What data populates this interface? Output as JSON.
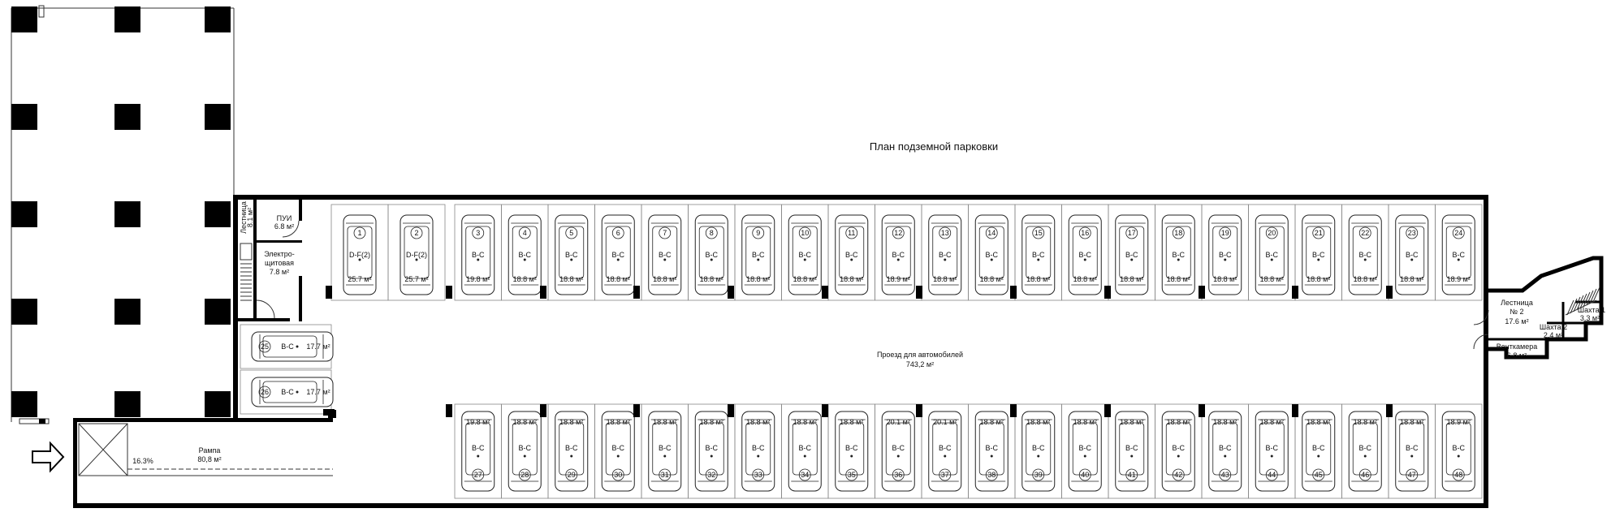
{
  "title": "План подземной парковки",
  "driveway": {
    "name": "Проезд для автомобилей",
    "area": "743,2 м²"
  },
  "ramp": {
    "name": "Рампа",
    "area": "80,8 м²",
    "slope": "16.3%"
  },
  "rooms": {
    "stair1": {
      "name": "Лестница",
      "area": "8.1 м²"
    },
    "pui": {
      "name": "ПУИ",
      "area": "6.8 м²"
    },
    "elec": {
      "name": "Электро-\nщитовая",
      "area": "7.8 м²"
    },
    "stair2": {
      "name": "Лестница\n№ 2",
      "area": "17.6 м²"
    },
    "vent": {
      "name": "Венткамера",
      "area": "6.8 м²"
    },
    "shaft1": {
      "name": "Шахта 1",
      "area": "3.3 м²"
    },
    "shaft2": {
      "name": "Шахта 2",
      "area": "2.4 м²"
    }
  },
  "parking_top": [
    {
      "num": "1",
      "type": "D-F(2)",
      "area": "25.7 м²"
    },
    {
      "num": "2",
      "type": "D-F(2)",
      "area": "25.7 м²"
    },
    {
      "num": "3",
      "type": "B-C",
      "area": "19.8 м²"
    },
    {
      "num": "4",
      "type": "B-C",
      "area": "18.8 м²"
    },
    {
      "num": "5",
      "type": "B-C",
      "area": "18.8 м²"
    },
    {
      "num": "6",
      "type": "B-C",
      "area": "18.8 м²"
    },
    {
      "num": "7",
      "type": "B-C",
      "area": "18.8 м²"
    },
    {
      "num": "8",
      "type": "B-C",
      "area": "18.8 м²"
    },
    {
      "num": "9",
      "type": "B-C",
      "area": "18.8 м²"
    },
    {
      "num": "10",
      "type": "B-C",
      "area": "18.8 м²"
    },
    {
      "num": "11",
      "type": "B-C",
      "area": "18.8 м²"
    },
    {
      "num": "12",
      "type": "B-C",
      "area": "18.9 м²"
    },
    {
      "num": "13",
      "type": "B-C",
      "area": "18.8 м²"
    },
    {
      "num": "14",
      "type": "B-C",
      "area": "18.8 м²"
    },
    {
      "num": "15",
      "type": "B-C",
      "area": "18.8 м²"
    },
    {
      "num": "16",
      "type": "B-C",
      "area": "18.8 м²"
    },
    {
      "num": "17",
      "type": "B-C",
      "area": "18.8 м²"
    },
    {
      "num": "18",
      "type": "B-C",
      "area": "18.8 м²"
    },
    {
      "num": "19",
      "type": "B-C",
      "area": "18.8 м²"
    },
    {
      "num": "20",
      "type": "B-C",
      "area": "18.8 м²"
    },
    {
      "num": "21",
      "type": "B-C",
      "area": "18.8 м²"
    },
    {
      "num": "22",
      "type": "B-C",
      "area": "18.8 м²"
    },
    {
      "num": "23",
      "type": "B-C",
      "area": "18.8 м²"
    },
    {
      "num": "24",
      "type": "B-C",
      "area": "18.9 м²"
    }
  ],
  "parking_bottom": [
    {
      "num": "27",
      "type": "B-C",
      "area": "19.8 м²"
    },
    {
      "num": "28",
      "type": "B-C",
      "area": "18.8 м²"
    },
    {
      "num": "29",
      "type": "B-C",
      "area": "18.8 м²"
    },
    {
      "num": "30",
      "type": "B-C",
      "area": "18.8 м²"
    },
    {
      "num": "31",
      "type": "B-C",
      "area": "18.8 м²"
    },
    {
      "num": "32",
      "type": "B-C",
      "area": "18.8 м²"
    },
    {
      "num": "33",
      "type": "B-C",
      "area": "18.8 м²"
    },
    {
      "num": "34",
      "type": "B-C",
      "area": "18.8 м²"
    },
    {
      "num": "35",
      "type": "B-C",
      "area": "18.8 м²"
    },
    {
      "num": "36",
      "type": "B-C",
      "area": "20.1 м²"
    },
    {
      "num": "37",
      "type": "B-C",
      "area": "20.1 м²"
    },
    {
      "num": "38",
      "type": "B-C",
      "area": "18.8 м²"
    },
    {
      "num": "39",
      "type": "B-C",
      "area": "18.8 м²"
    },
    {
      "num": "40",
      "type": "B-C",
      "area": "18.8 м²"
    },
    {
      "num": "41",
      "type": "B-C",
      "area": "18.8 м²"
    },
    {
      "num": "42",
      "type": "B-C",
      "area": "18.8 м²"
    },
    {
      "num": "43",
      "type": "B-C",
      "area": "18.8 м²"
    },
    {
      "num": "44",
      "type": "B-C",
      "area": "18.8 м²"
    },
    {
      "num": "45",
      "type": "B-C",
      "area": "18.8 м²"
    },
    {
      "num": "46",
      "type": "B-C",
      "area": "18.8 м²"
    },
    {
      "num": "47",
      "type": "B-C",
      "area": "18.8 м²"
    },
    {
      "num": "48",
      "type": "B-C",
      "area": "18.9 м²"
    }
  ],
  "parking_side": [
    {
      "num": "25",
      "type": "B-C",
      "area": "17.7 м²"
    },
    {
      "num": "26",
      "type": "B-C",
      "area": "17.7 м²"
    }
  ]
}
